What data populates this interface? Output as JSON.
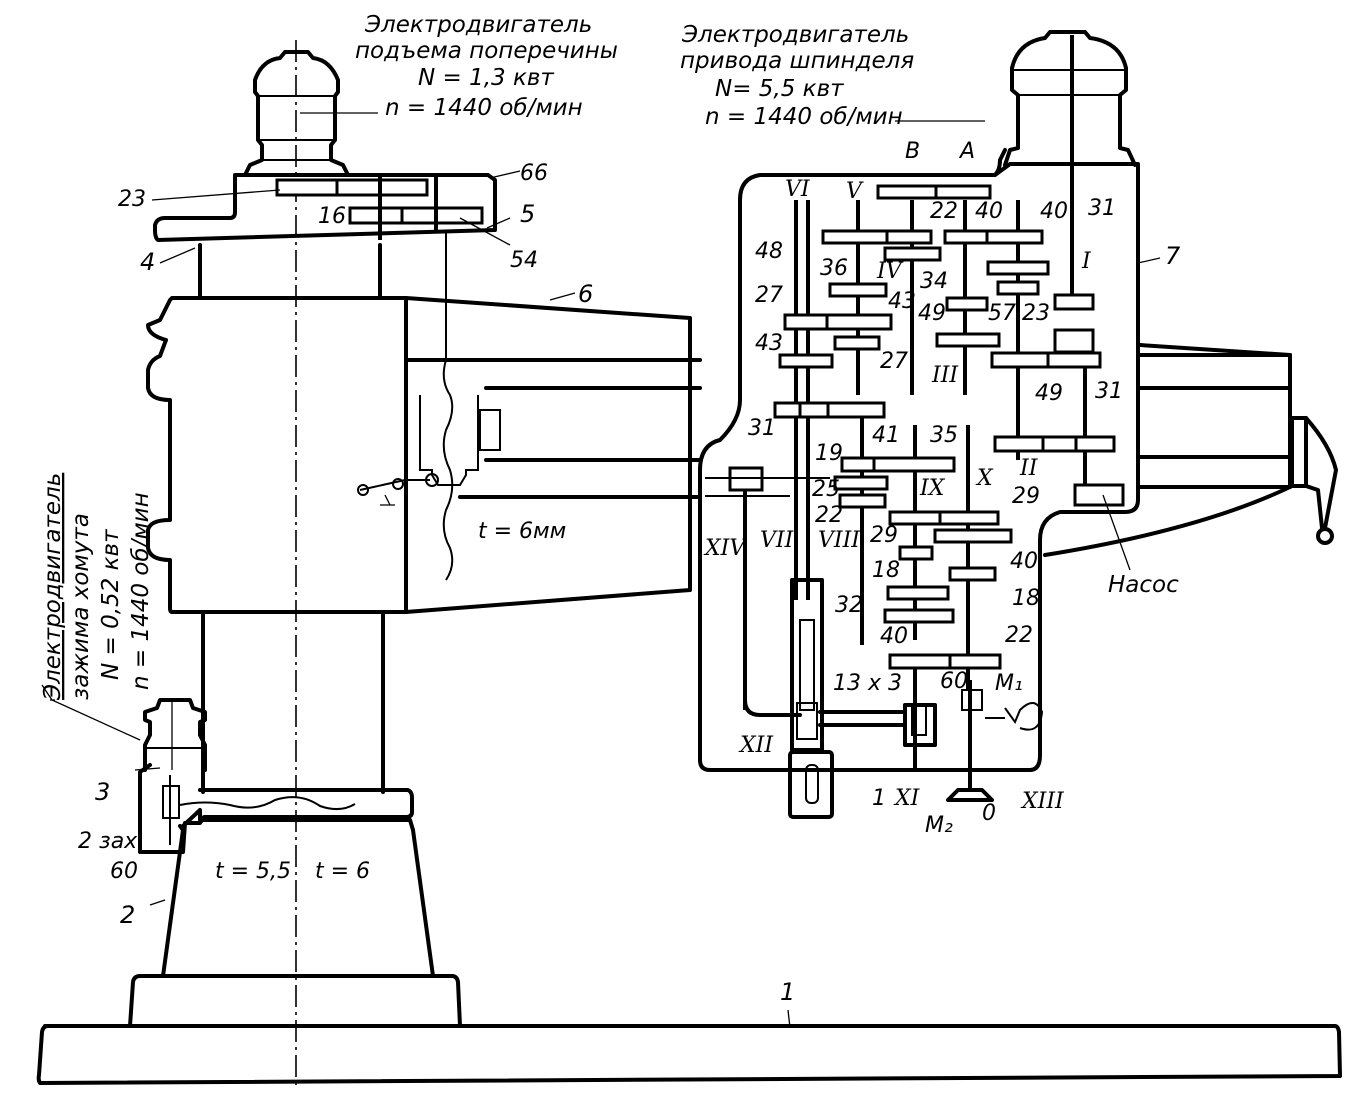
{
  "diagram": {
    "title": "Кинематическая схема радиально-сверлильного станка",
    "motors": {
      "crossbeam_lift": {
        "line1": "Электродвигатель",
        "line2": "подъема поперечины",
        "power": "N = 1,3 квт",
        "speed": "n = 1440 об/мин"
      },
      "spindle_drive": {
        "line1": "Электродвигатель",
        "line2": "привода шпинделя",
        "power": "N= 5,5 квт",
        "speed": "n = 1440 об/мин"
      },
      "clamp": {
        "line1": "Электродвигатель",
        "line2": "зажима хомута",
        "power": "N = 0,52 квт",
        "speed": "n = 1440 об/мин"
      }
    },
    "part_numbers": [
      "1",
      "2",
      "3",
      "4",
      "5",
      "6",
      "7"
    ],
    "lift_gears": {
      "g23": "23",
      "g66": "66",
      "g16": "16",
      "g54": "54"
    },
    "screw_pitches": {
      "lift": "t = 6мм",
      "clamp_left": "t = 5,5",
      "clamp_right": "t = 6"
    },
    "clamp_worm": {
      "starts": "2 зах.",
      "wheel": "60"
    },
    "shafts": [
      "I",
      "II",
      "III",
      "IV",
      "V",
      "VI",
      "VII",
      "VIII",
      "IX",
      "X",
      "XI",
      "XII",
      "XIII",
      "XIV"
    ],
    "gearbox_labels": {
      "B": "B",
      "A": "A",
      "g48": "48",
      "g22a": "22",
      "g40a": "40",
      "g40b": "40",
      "g31a": "31",
      "g36": "36",
      "g34": "34",
      "g27a": "27",
      "g43a": "43",
      "g49a": "49",
      "g57": "57",
      "g23": "23",
      "g43b": "43",
      "g27b": "27",
      "g49b": "49",
      "g31b": "31",
      "g31c": "31",
      "g41": "41",
      "g35": "35",
      "g19": "19",
      "g25": "25",
      "g22b": "22",
      "g29a": "29",
      "g29b": "29",
      "g40c": "40",
      "g18a": "18",
      "g18b": "18",
      "g32": "32",
      "g40d": "40",
      "g22c": "22",
      "g60": "60",
      "rack": "13 x 3",
      "M1": "M₁",
      "M2": "M₂",
      "one": "1",
      "zero": "0"
    },
    "pump": "Насос"
  }
}
